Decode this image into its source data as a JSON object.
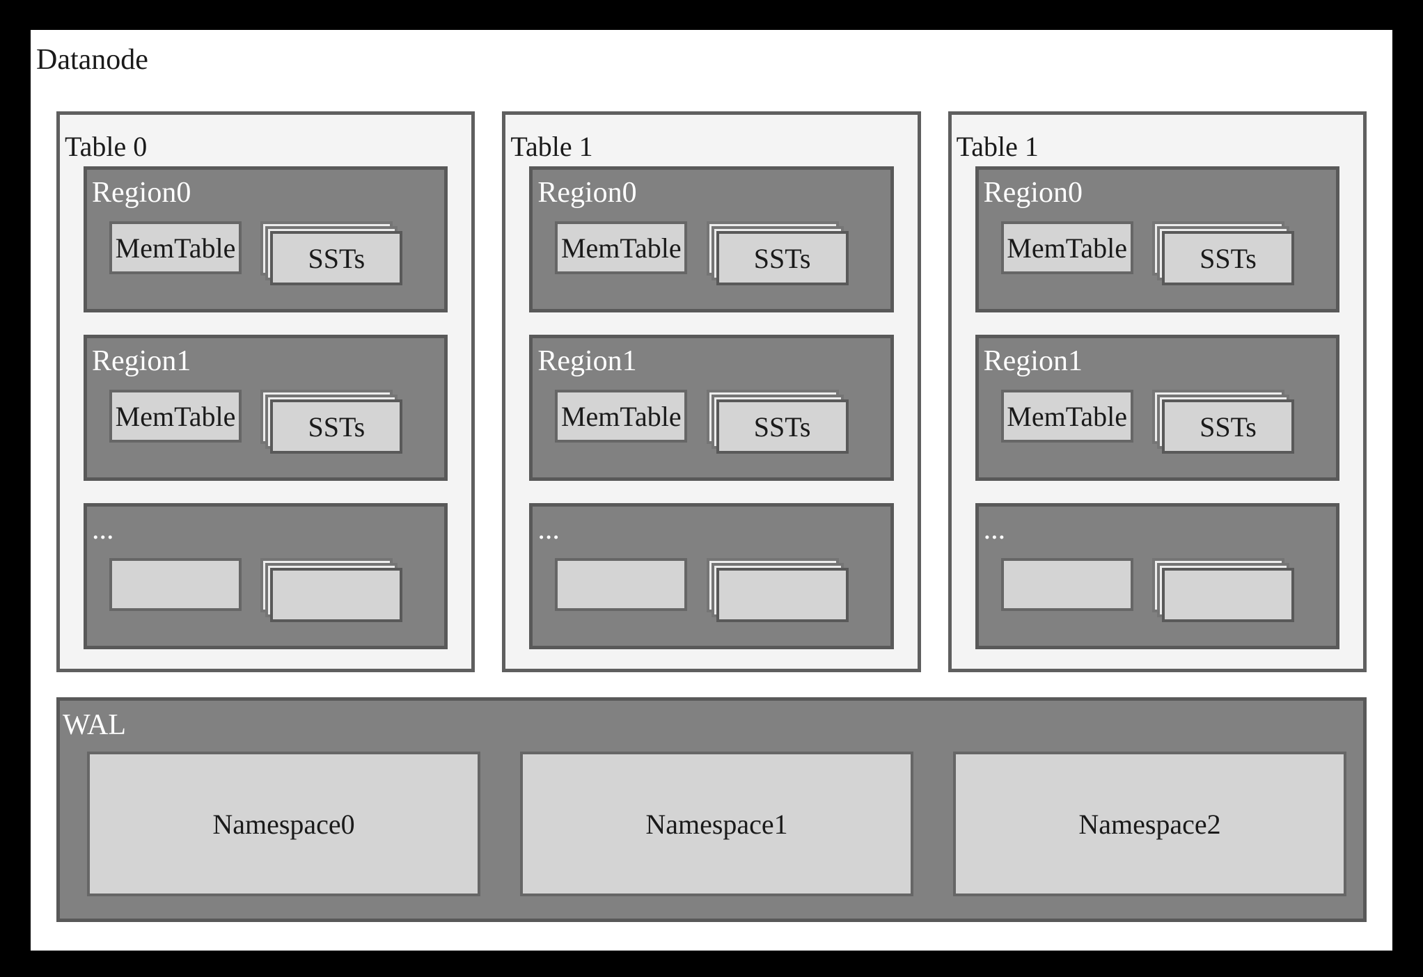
{
  "title": "Datanode",
  "colors": {
    "page-bg": "#ffffff",
    "table-bg": "#f4f4f4",
    "panel-bg": "#818181",
    "panel-border": "#595959",
    "outer-border": "#5f5f5f",
    "box-fill": "#d4d4d4",
    "box-border": "#666666",
    "stack-back-fill": "#ededed",
    "stack-back-border": "#757575",
    "dark-text": "#1a1a1a",
    "light-text": "#ffffff"
  },
  "tables": [
    {
      "label": "Table 0",
      "regions": [
        {
          "label": "Region0",
          "memtable": "MemTable",
          "ssts": "SSTs"
        },
        {
          "label": "Region1",
          "memtable": "MemTable",
          "ssts": "SSTs"
        },
        {
          "label": "...",
          "memtable": "",
          "ssts": ""
        }
      ]
    },
    {
      "label": "Table 1",
      "regions": [
        {
          "label": "Region0",
          "memtable": "MemTable",
          "ssts": "SSTs"
        },
        {
          "label": "Region1",
          "memtable": "MemTable",
          "ssts": "SSTs"
        },
        {
          "label": "...",
          "memtable": "",
          "ssts": ""
        }
      ]
    },
    {
      "label": "Table 1",
      "regions": [
        {
          "label": "Region0",
          "memtable": "MemTable",
          "ssts": "SSTs"
        },
        {
          "label": "Region1",
          "memtable": "MemTable",
          "ssts": "SSTs"
        },
        {
          "label": "...",
          "memtable": "",
          "ssts": ""
        }
      ]
    }
  ],
  "wal": {
    "label": "WAL",
    "namespaces": [
      {
        "label": "Namespace0"
      },
      {
        "label": "Namespace1"
      },
      {
        "label": "Namespace2"
      }
    ]
  }
}
